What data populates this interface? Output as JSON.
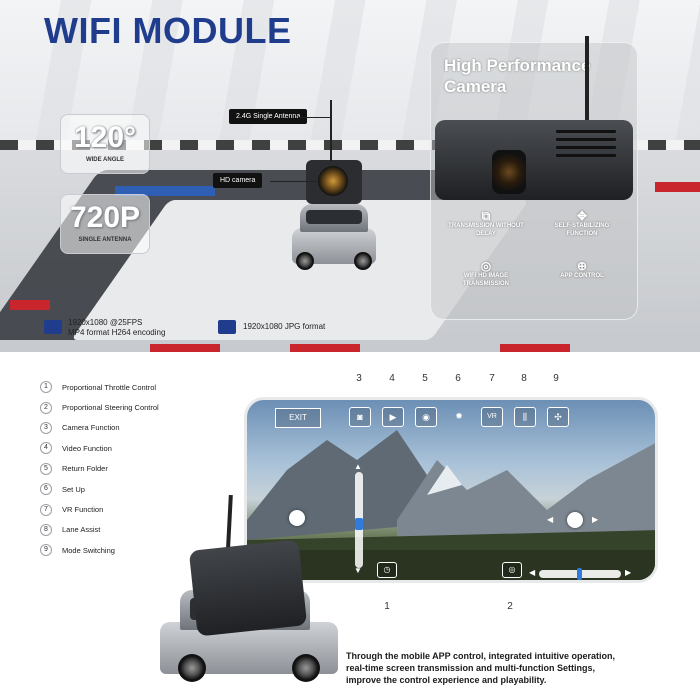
{
  "title": "WIFI MODULE",
  "specs": [
    {
      "value": "120°",
      "label": "WIDE ANGLE"
    },
    {
      "value": "720P",
      "label": "SINGLE ANTENNA"
    }
  ],
  "callouts": {
    "antenna": "2.4G Single Antenna",
    "camera": "HD camera"
  },
  "high_performance": {
    "title_line1": "High Performance",
    "title_line2": "Camera",
    "features": [
      {
        "icon": "transmission-icon",
        "glyph": "⧉",
        "label": "TRANSMISSION WITHOUT DELAY"
      },
      {
        "icon": "stabilizing-icon",
        "glyph": "✥",
        "label": "SELF-STABILIZING FUNCTION"
      },
      {
        "icon": "hd-image-icon",
        "glyph": "◎",
        "label": "WIFI HD IMAGE TRANSMISSION"
      },
      {
        "icon": "gamepad-icon",
        "glyph": "⊕",
        "label": "APP CONTROL"
      }
    ]
  },
  "formats": {
    "video_line1": "1920x1080 @25FPS",
    "video_line2": "MP4 format  H264 encoding",
    "photo": "1920x1080  JPG format"
  },
  "legend": [
    {
      "num": "1",
      "label": "Proportional Throttle Control"
    },
    {
      "num": "2",
      "label": "Proportional Steering Control"
    },
    {
      "num": "3",
      "label": "Camera Function"
    },
    {
      "num": "4",
      "label": "Video Function"
    },
    {
      "num": "5",
      "label": "Return Folder"
    },
    {
      "num": "6",
      "label": "Set Up"
    },
    {
      "num": "7",
      "label": "VR Function"
    },
    {
      "num": "8",
      "label": "Lane Assist"
    },
    {
      "num": "9",
      "label": "Mode Switching"
    }
  ],
  "top_numbers": [
    "3",
    "4",
    "5",
    "6",
    "7",
    "8",
    "9"
  ],
  "bottom_numbers": [
    "1",
    "2"
  ],
  "phone": {
    "exit_label": "EXIT",
    "buttons": [
      {
        "icon": "camera-icon",
        "glyph": "◙"
      },
      {
        "icon": "video-icon",
        "glyph": "▶"
      },
      {
        "icon": "folder-icon",
        "glyph": "◉"
      },
      {
        "icon": "settings-icon",
        "glyph": "✹"
      },
      {
        "icon": "vr-icon",
        "glyph": "VR"
      },
      {
        "icon": "lane-assist-icon",
        "glyph": "⫼"
      },
      {
        "icon": "mode-switch-icon",
        "glyph": "✣"
      }
    ]
  },
  "description": {
    "line1": "Through the mobile APP control, integrated intuitive operation,",
    "line2": "real-time screen transmission and multi-function Settings,",
    "line3": "improve the control experience and playability."
  },
  "colors": {
    "title_blue": "#1f3c8d",
    "accent_blue": "#2e7bdc",
    "stripe_red": "#c8252c"
  }
}
